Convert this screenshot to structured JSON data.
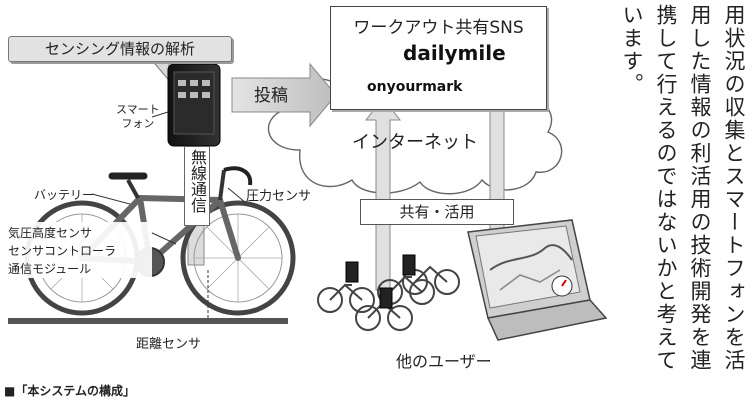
{
  "sensing_title": "センシング情報の解析",
  "smartphone_label": "スマート\nフォン",
  "wireless_label": "無線通信",
  "post_label": "投稿",
  "sns_title": "ワークアウト共有SNS",
  "logo_dailymile": "dailymile",
  "logo_onyourmark": "onyourmark",
  "internet_label": "インターネット",
  "share_label": "共有・活用",
  "battery_label": "バッテリー",
  "pressure_sensor_label": "圧力センサ",
  "components_label": "気圧高度センサ\nセンサコントローラ\n通信モジュール",
  "distance_sensor_label": "距離センサ",
  "other_users_label": "他のユーザー",
  "caption": "■「本システムの構成」",
  "body_text": "用状況の収集とスマートフォンを活用した情報の利活用の技術開発を連携して行えるのではないかと考えています。",
  "body_columns": [
    "用状況の収集とスマートフォンを活",
    "用した情報の利活用の技術開発を連",
    "携して行えるのではないかと考えて",
    "います。"
  ]
}
